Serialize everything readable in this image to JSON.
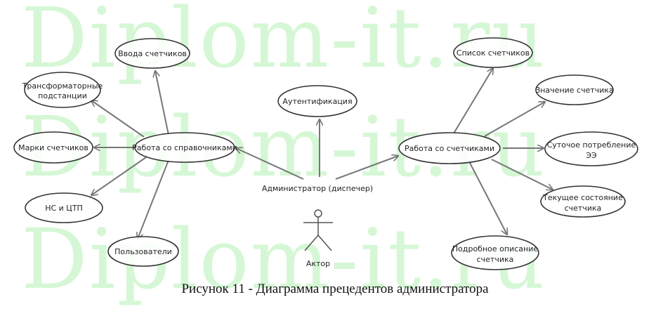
{
  "watermark": [
    "Diplom-it.ru",
    "Diplom-it.ru",
    "Diplom-it.ru"
  ],
  "use_cases": {
    "vvod": "Ввода счетчиков",
    "transf": [
      "Трансформаторные",
      "подстанции"
    ],
    "marki": "Марки счетчиков",
    "ns": "НС и ЦТП",
    "polz": "Пользователи",
    "sprav": "Работа со справочниками",
    "auth": "Аутентификация",
    "schet": "Работа со счетчиками",
    "spisok": "Список счетчиков",
    "znach": "Значение счетчика",
    "sutoch": [
      "Суточое потребление",
      "ЭЭ"
    ],
    "tekush": [
      "Текущее состояние",
      "счетчика"
    ],
    "podrob": [
      "Подробное описание",
      "счетчика"
    ]
  },
  "admin_label": "Администратор (диспечер)",
  "actor_label": "Актор",
  "caption": "Рисунок 11 - Диаграмма прецедентов администратора",
  "colors": {
    "watermark": "#c8f5c8",
    "stroke": "#333333",
    "edge": "#777777"
  }
}
